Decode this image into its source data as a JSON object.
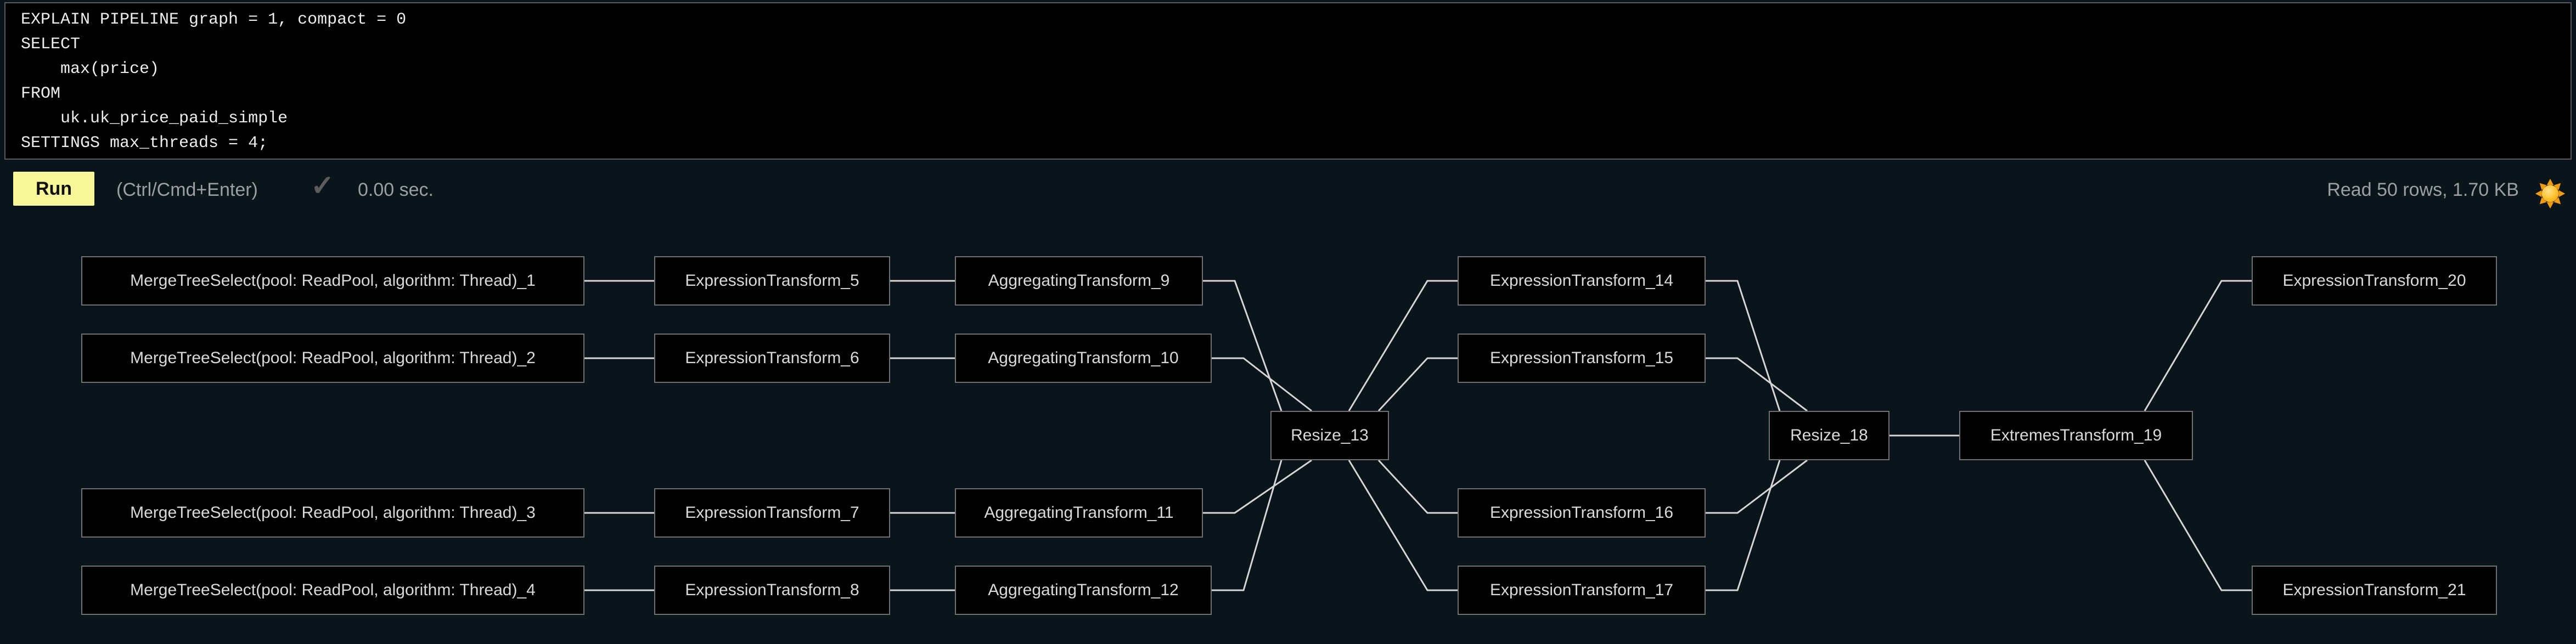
{
  "editor": {
    "text": "EXPLAIN PIPELINE graph = 1, compact = 0\nSELECT\n    max(price)\nFROM\n    uk.uk_price_paid_simple\nSETTINGS max_threads = 4;"
  },
  "toolbar": {
    "run_label": "Run",
    "shortcut_hint": "(Ctrl/Cmd+Enter)",
    "status_check": "✓",
    "elapsed": "0.00 sec.",
    "read_stats": "Read 50 rows, 1.70 KB",
    "theme_icon": "sun-icon"
  },
  "colors": {
    "page_background": "#0a141b",
    "editor_background": "#000000",
    "run_button": "#f7f79a",
    "muted_text": "#9aa0a3",
    "node_border": "#707070",
    "node_text": "#d9d9d9",
    "edge": "#d6d6d6",
    "sun_yellow": "#fcc02e"
  },
  "pipeline": {
    "nodes": [
      {
        "id": "mts1",
        "label": "MergeTreeSelect(pool: ReadPool, algorithm: Thread)_1"
      },
      {
        "id": "mts2",
        "label": "MergeTreeSelect(pool: ReadPool, algorithm: Thread)_2"
      },
      {
        "id": "mts3",
        "label": "MergeTreeSelect(pool: ReadPool, algorithm: Thread)_3"
      },
      {
        "id": "mts4",
        "label": "MergeTreeSelect(pool: ReadPool, algorithm: Thread)_4"
      },
      {
        "id": "et5",
        "label": "ExpressionTransform_5"
      },
      {
        "id": "et6",
        "label": "ExpressionTransform_6"
      },
      {
        "id": "et7",
        "label": "ExpressionTransform_7"
      },
      {
        "id": "et8",
        "label": "ExpressionTransform_8"
      },
      {
        "id": "at9",
        "label": "AggregatingTransform_9"
      },
      {
        "id": "at10",
        "label": "AggregatingTransform_10"
      },
      {
        "id": "at11",
        "label": "AggregatingTransform_11"
      },
      {
        "id": "at12",
        "label": "AggregatingTransform_12"
      },
      {
        "id": "r13",
        "label": "Resize_13"
      },
      {
        "id": "et14",
        "label": "ExpressionTransform_14"
      },
      {
        "id": "et15",
        "label": "ExpressionTransform_15"
      },
      {
        "id": "et16",
        "label": "ExpressionTransform_16"
      },
      {
        "id": "et17",
        "label": "ExpressionTransform_17"
      },
      {
        "id": "r18",
        "label": "Resize_18"
      },
      {
        "id": "ext19",
        "label": "ExtremesTransform_19"
      },
      {
        "id": "et20",
        "label": "ExpressionTransform_20"
      },
      {
        "id": "et21",
        "label": "ExpressionTransform_21"
      }
    ],
    "edges": [
      [
        "mts1",
        "et5"
      ],
      [
        "mts2",
        "et6"
      ],
      [
        "mts3",
        "et7"
      ],
      [
        "mts4",
        "et8"
      ],
      [
        "et5",
        "at9"
      ],
      [
        "et6",
        "at10"
      ],
      [
        "et7",
        "at11"
      ],
      [
        "et8",
        "at12"
      ],
      [
        "at9",
        "r13"
      ],
      [
        "at10",
        "r13"
      ],
      [
        "at11",
        "r13"
      ],
      [
        "at12",
        "r13"
      ],
      [
        "r13",
        "et14"
      ],
      [
        "r13",
        "et15"
      ],
      [
        "r13",
        "et16"
      ],
      [
        "r13",
        "et17"
      ],
      [
        "et14",
        "r18"
      ],
      [
        "et15",
        "r18"
      ],
      [
        "et16",
        "r18"
      ],
      [
        "et17",
        "r18"
      ],
      [
        "r18",
        "ext19"
      ],
      [
        "ext19",
        "et20"
      ],
      [
        "ext19",
        "et21"
      ]
    ]
  }
}
